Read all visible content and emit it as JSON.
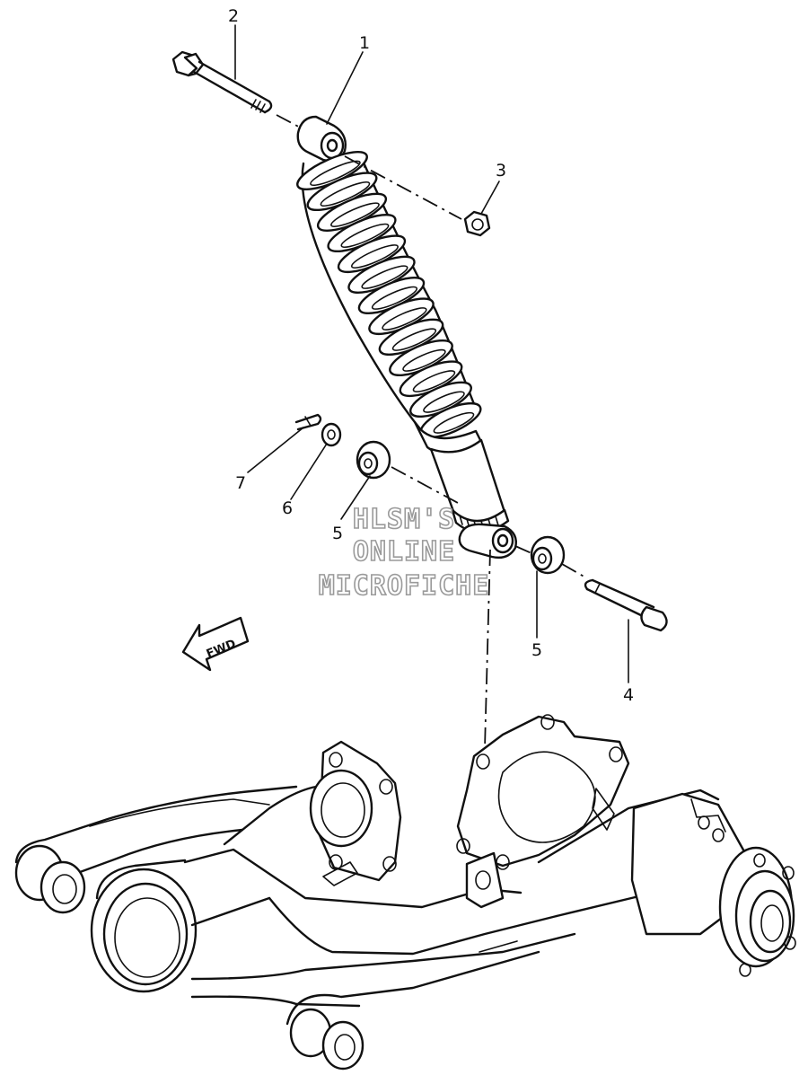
{
  "callouts": [
    {
      "id": "1",
      "label": "1"
    },
    {
      "id": "2",
      "label": "2"
    },
    {
      "id": "3",
      "label": "3"
    },
    {
      "id": "4",
      "label": "4"
    },
    {
      "id": "5a",
      "label": "5"
    },
    {
      "id": "5b",
      "label": "5"
    },
    {
      "id": "6",
      "label": "6"
    },
    {
      "id": "7",
      "label": "7"
    }
  ],
  "direction_arrow": {
    "label": "FWD"
  },
  "watermark": {
    "line1": "HLSM'S",
    "line2": "ONLINE",
    "line3": "MICROFICHE"
  }
}
